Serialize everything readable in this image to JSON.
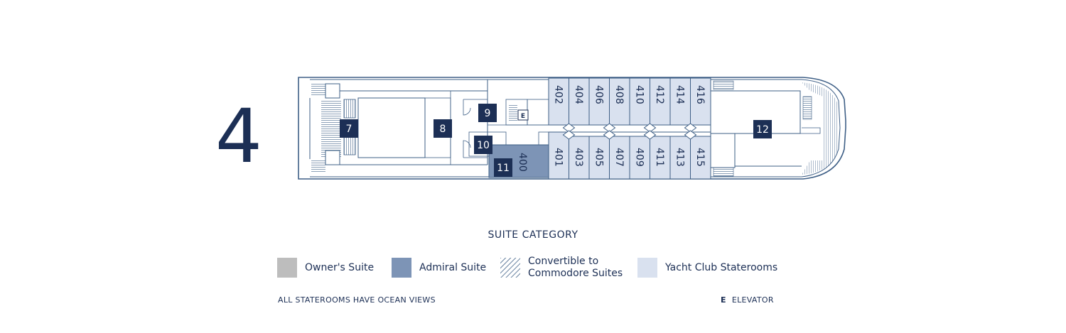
{
  "deck_number": "4",
  "colors": {
    "navy": "#1c2f55",
    "outline": "#3e5f86",
    "owners_suite": "#bdbdbd",
    "admiral_suite": "#7d94b6",
    "yacht_club": "#d9e1ef"
  },
  "venues": [
    "7",
    "8",
    "9",
    "10",
    "11",
    "12"
  ],
  "admiral_suite_number": "400",
  "staterooms_upper": [
    "402",
    "404",
    "406",
    "408",
    "410",
    "412",
    "414",
    "416"
  ],
  "staterooms_lower": [
    "401",
    "403",
    "405",
    "407",
    "409",
    "411",
    "413",
    "415"
  ],
  "elevator_mark": "E",
  "legend": {
    "title": "SUITE CATEGORY",
    "items": [
      {
        "label": "Owner's Suite",
        "style": "owners"
      },
      {
        "label": "Admiral Suite",
        "style": "admiral"
      },
      {
        "label_line1": "Convertible to",
        "label_line2": "Commodore Suites",
        "style": "hatched"
      },
      {
        "label": "Yacht Club Staterooms",
        "style": "yacht"
      }
    ]
  },
  "notes": {
    "ocean_views": "ALL STATEROOMS HAVE OCEAN VIEWS",
    "elevator_key": "E",
    "elevator_label": "ELEVATOR"
  }
}
